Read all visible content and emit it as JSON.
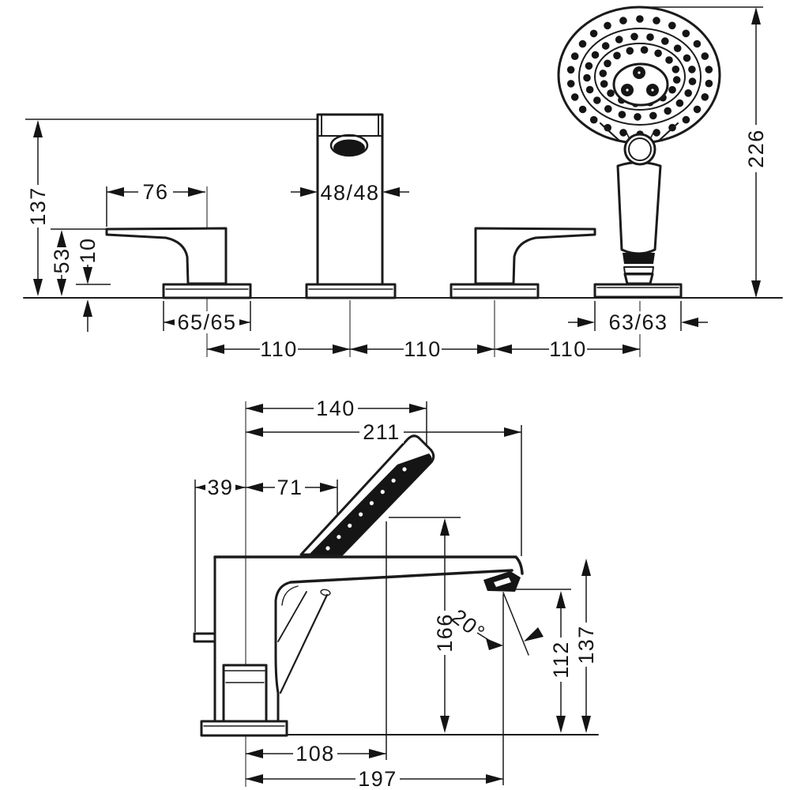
{
  "drawing": {
    "top_view": {
      "dim_total_height_with_shower": "226",
      "dim_spout_height": "137",
      "dim_handle_height": "53",
      "dim_base_clearance": "10",
      "dim_handle_length": "76",
      "dim_spout_section": "48/48",
      "dim_handle_escutcheon": "65/65",
      "dim_shower_escutcheon": "63/63",
      "dim_spacing_left": "110",
      "dim_spacing_center": "110",
      "dim_spacing_right": "110"
    },
    "side_view": {
      "dim_center_to_shower": "140",
      "dim_overall_projection": "211",
      "dim_rear_offset": "39",
      "dim_front_offset": "71",
      "dim_shower_port_height": "166",
      "dim_spray_angle": "20°",
      "dim_outlet_height": "112",
      "dim_body_height": "137",
      "dim_outlet_reach": "108",
      "dim_spray_reach": "197"
    }
  }
}
